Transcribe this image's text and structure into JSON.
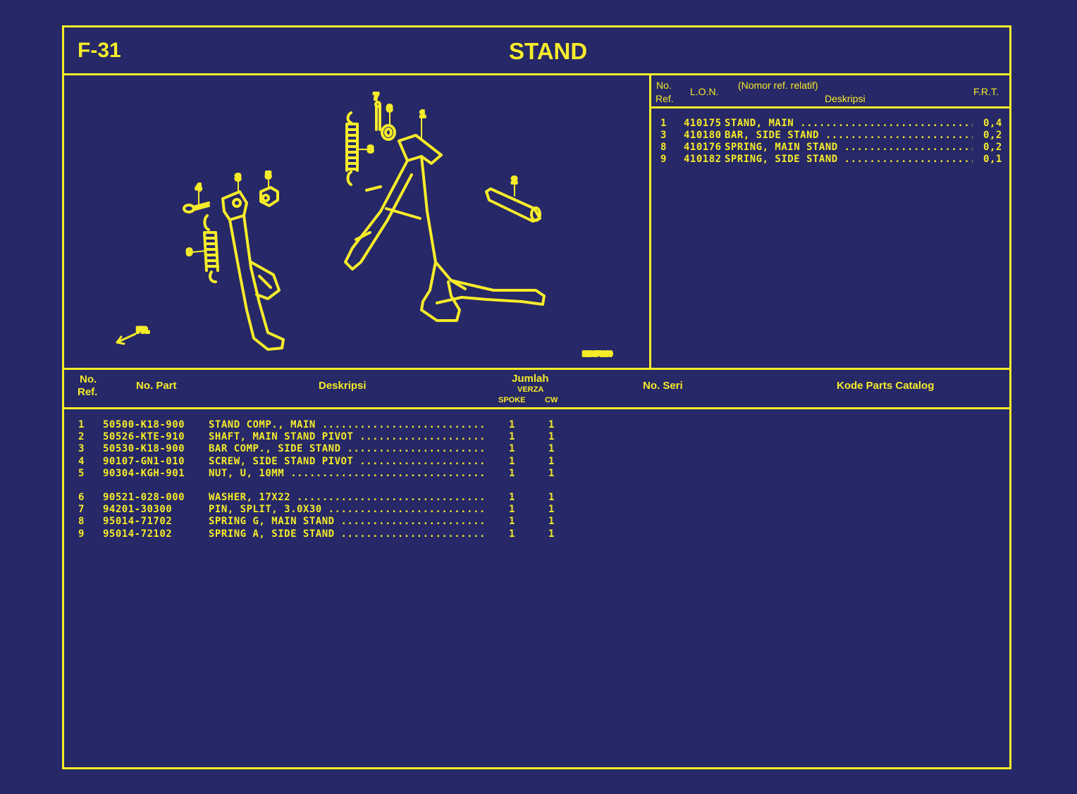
{
  "header": {
    "code": "F-31",
    "title": "STAND"
  },
  "labor_table": {
    "headers": {
      "no_ref_1": "No.",
      "no_ref_2": "Ref.",
      "lon": "L.O.N.",
      "note": "(Nomor ref. relatif)",
      "desc": "Deskripsi",
      "frt": "F.R.T."
    },
    "rows": [
      {
        "ref": "1",
        "lon": "410175",
        "desc": "STAND, MAIN",
        "frt": "0,4"
      },
      {
        "ref": "3",
        "lon": "410180",
        "desc": "BAR, SIDE STAND",
        "frt": "0,2"
      },
      {
        "ref": "8",
        "lon": "410176",
        "desc": "SPRING, MAIN STAND",
        "frt": "0,2"
      },
      {
        "ref": "9",
        "lon": "410182",
        "desc": "SPRING, SIDE STAND",
        "frt": "0,1"
      }
    ]
  },
  "diagram": {
    "callouts": [
      "1",
      "2",
      "3",
      "4",
      "5",
      "6",
      "7",
      "8",
      "9"
    ],
    "front_label": "FR.",
    "figure_code": "K188F3100"
  },
  "parts_table": {
    "headers": {
      "no_ref_1": "No.",
      "no_ref_2": "Ref.",
      "part_no": "No. Part",
      "desc": "Deskripsi",
      "qty": "Jumlah",
      "model": "VERZA",
      "spoke": "SPOKE",
      "cw": "CW",
      "serial": "No. Seri",
      "catalog": "Kode Parts Catalog"
    },
    "rows": [
      {
        "ref": "1",
        "part": "50500-K18-900",
        "desc": "STAND COMP., MAIN",
        "spoke": "1",
        "cw": "1"
      },
      {
        "ref": "2",
        "part": "50526-KTE-910",
        "desc": "SHAFT, MAIN STAND PIVOT",
        "spoke": "1",
        "cw": "1"
      },
      {
        "ref": "3",
        "part": "50530-K18-900",
        "desc": "BAR COMP., SIDE STAND",
        "spoke": "1",
        "cw": "1"
      },
      {
        "ref": "4",
        "part": "90107-GN1-010",
        "desc": "SCREW, SIDE STAND PIVOT",
        "spoke": "1",
        "cw": "1"
      },
      {
        "ref": "5",
        "part": "90304-KGH-901",
        "desc": "NUT, U, 10MM",
        "spoke": "1",
        "cw": "1"
      },
      {
        "ref": "6",
        "part": "90521-028-000",
        "desc": "WASHER, 17X22",
        "spoke": "1",
        "cw": "1"
      },
      {
        "ref": "7",
        "part": "94201-30300",
        "desc": "PIN, SPLIT, 3.0X30",
        "spoke": "1",
        "cw": "1"
      },
      {
        "ref": "8",
        "part": "95014-71702",
        "desc": "SPRING G, MAIN STAND",
        "spoke": "1",
        "cw": "1"
      },
      {
        "ref": "9",
        "part": "95014-72102",
        "desc": "SPRING A, SIDE STAND",
        "spoke": "1",
        "cw": "1"
      }
    ]
  },
  "colors": {
    "background": "#272867",
    "ink": "#f5ec2a"
  }
}
